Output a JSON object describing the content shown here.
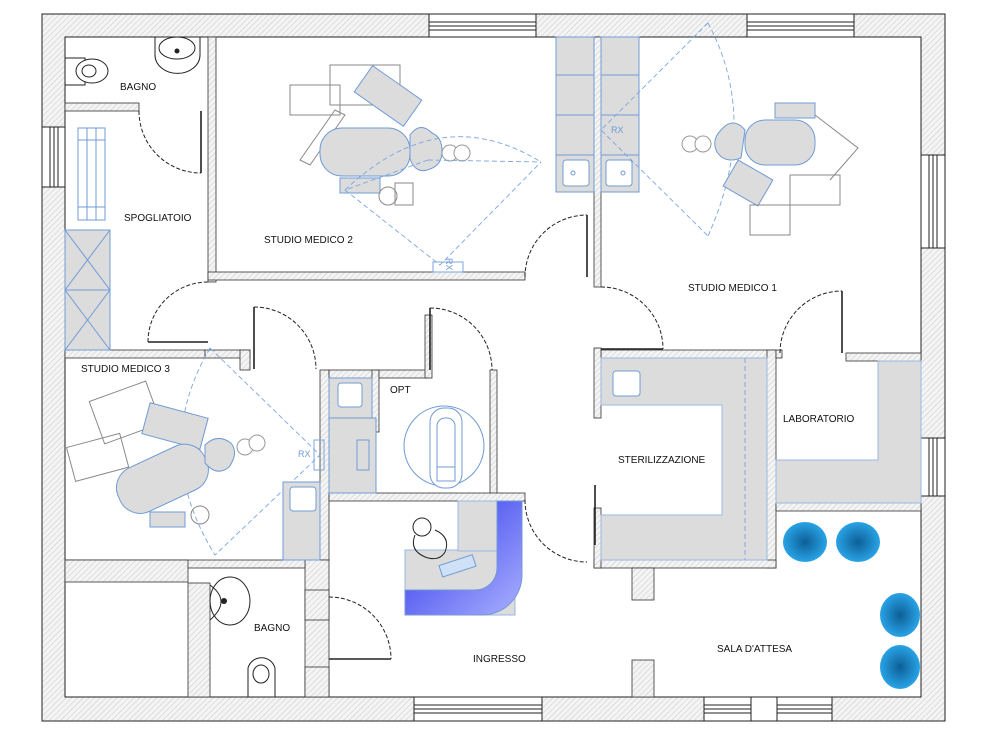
{
  "plan": {
    "rooms": {
      "bagno_top": "BAGNO",
      "spogliatoio": "SPOGLIATOIO",
      "studio_2": "STUDIO MEDICO 2",
      "studio_1": "STUDIO MEDICO 1",
      "studio_3": "STUDIO MEDICO 3",
      "opt": "OPT",
      "sterilizzazione": "STERILIZZAZIONE",
      "laboratorio": "LABORATORIO",
      "bagno_bottom": "BAGNO",
      "ingresso": "INGRESSO",
      "sala_attesa": "SALA D'ATTESA"
    },
    "markers": {
      "rx_label": "RX"
    },
    "icons": [
      "toilet-icon",
      "sink-icon",
      "door-swing-icon",
      "window-icon",
      "dental-chair-icon",
      "xray-zone-icon",
      "chair-icon",
      "reception-desk-icon",
      "person-icon",
      "locker-icon"
    ],
    "colors": {
      "wall_stroke": "#222222",
      "furniture_blue": "#6f9bd6",
      "counter_grey": "#dcdcdc",
      "reception_blue": "#3a3ff0",
      "chair_blue": "#1d8fd6"
    }
  }
}
